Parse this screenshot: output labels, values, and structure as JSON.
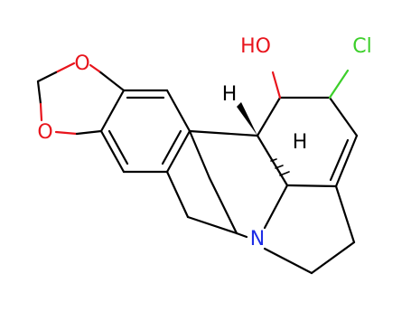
{
  "molecule": {
    "atom_labels": {
      "hydroxyl": "HO",
      "chlorine": "Cl",
      "dioxole_oxygen_top": "O",
      "dioxole_oxygen_bottom": "O",
      "nitrogen": "N",
      "hydrogen_upper": "H",
      "hydrogen_lower": "H"
    },
    "colors": {
      "carbon_bond": "#000000",
      "oxygen": "#e8141c",
      "chlorine": "#3ccf2a",
      "nitrogen": "#1e2de6",
      "hydrogen": "#000000"
    }
  }
}
